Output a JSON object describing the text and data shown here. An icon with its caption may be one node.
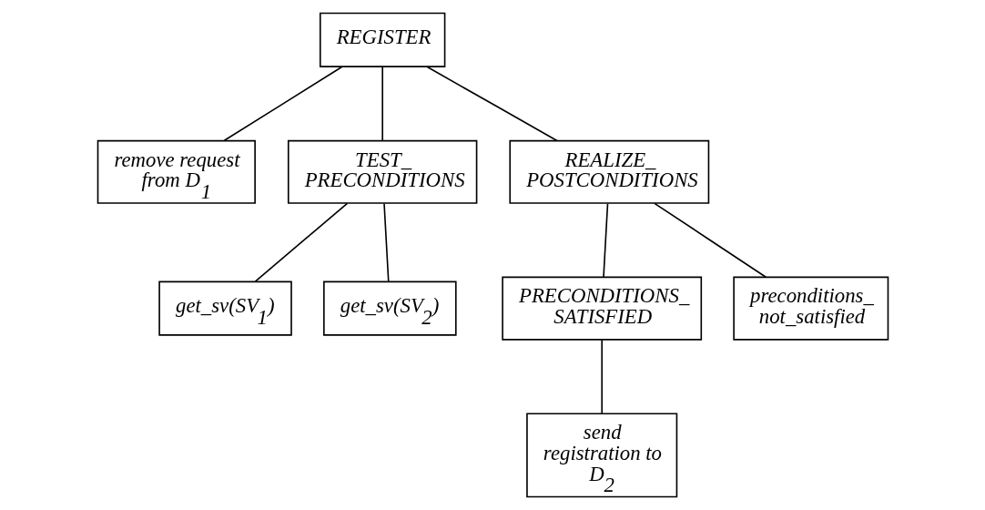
{
  "diagram": {
    "nodes": [
      {
        "text": [
          "REGISTER"
        ]
      },
      {
        "text": [
          "remove request from D$_{1}$"
        ]
      },
      {
        "text": [
          "TEST_ PRECONDITIONS"
        ]
      },
      {
        "text": [
          "REALIZE_ POSTCONDITIONS"
        ]
      },
      {
        "text": [
          "get_sv(SV$_{1}$)"
        ]
      },
      {
        "text": [
          "get_sv(SV$_{2}$)"
        ]
      },
      {
        "text": [
          "PRECONDITIONS_ SATISFIED"
        ]
      },
      {
        "text": [
          "preconditions_ not_satisfied"
        ]
      },
      {
        "text": [
          "send registration to D$_{2}$"
        ]
      }
    ],
    "edges": [
      {
        "from": 0,
        "to": 1,
        "arrow": "none"
      },
      {
        "from": 0,
        "to": 2,
        "arrow": "none"
      },
      {
        "from": 0,
        "to": 3,
        "arrow": "none"
      },
      {
        "from": 2,
        "to": 4,
        "arrow": "none"
      },
      {
        "from": 2,
        "to": 5,
        "arrow": "none"
      },
      {
        "from": 3,
        "to": 6,
        "arrow": "none"
      },
      {
        "from": 3,
        "to": 7,
        "arrow": "none"
      },
      {
        "from": 6,
        "to": 8,
        "arrow": "none"
      }
    ]
  }
}
